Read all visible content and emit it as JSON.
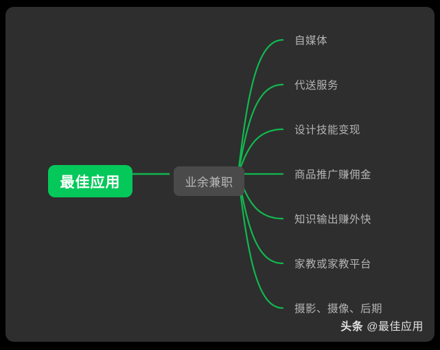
{
  "canvas": {
    "background_color": "#2e2e2e",
    "frame_color": "#000000"
  },
  "mindmap": {
    "root": {
      "label": "最佳应用",
      "color": "#05c85a",
      "text_color": "#ffffff"
    },
    "branch": {
      "label": "业余兼职",
      "color": "#4a4a4a",
      "text_color": "#b9b9b9"
    },
    "connector_color": "#11b94f",
    "leaves": [
      {
        "label": "自媒体"
      },
      {
        "label": "代送服务"
      },
      {
        "label": "设计技能变现"
      },
      {
        "label": "商品推广赚佣金"
      },
      {
        "label": "知识输出赚外快"
      },
      {
        "label": "家教或家教平台"
      },
      {
        "label": "摄影、摄像、后期"
      }
    ]
  },
  "watermark": {
    "brand": "头条",
    "handle": "@最佳应用"
  }
}
